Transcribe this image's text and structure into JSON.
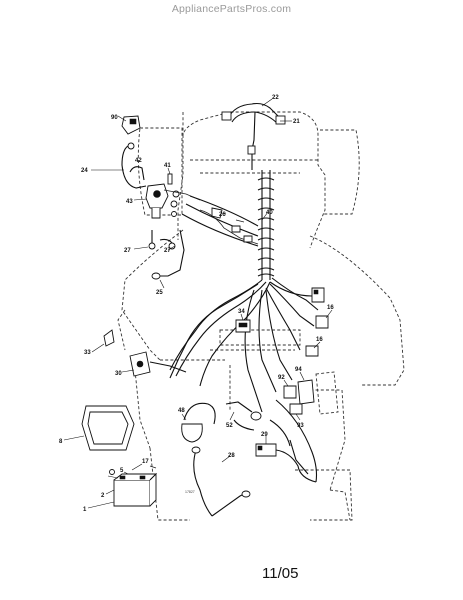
{
  "watermark": "AppliancePartsPros.com",
  "date_code": "11/05",
  "part_number_stamp": "17827",
  "callouts": [
    {
      "id": "c22",
      "label": "22"
    },
    {
      "id": "c21",
      "label": "21"
    },
    {
      "id": "c90",
      "label": "90"
    },
    {
      "id": "c24",
      "label": "24"
    },
    {
      "id": "c42",
      "label": "42"
    },
    {
      "id": "c41",
      "label": "41"
    },
    {
      "id": "c43",
      "label": "43"
    },
    {
      "id": "c27a",
      "label": "27"
    },
    {
      "id": "c26",
      "label": "26"
    },
    {
      "id": "c40",
      "label": "40"
    },
    {
      "id": "c27b",
      "label": "27"
    },
    {
      "id": "c25",
      "label": "25"
    },
    {
      "id": "c34",
      "label": "34"
    },
    {
      "id": "c16a",
      "label": "16"
    },
    {
      "id": "c16b",
      "label": "16"
    },
    {
      "id": "c33",
      "label": "33"
    },
    {
      "id": "c30",
      "label": "30"
    },
    {
      "id": "c92",
      "label": "92"
    },
    {
      "id": "c94",
      "label": "94"
    },
    {
      "id": "c93",
      "label": "93"
    },
    {
      "id": "c48",
      "label": "48"
    },
    {
      "id": "c52",
      "label": "52"
    },
    {
      "id": "c29",
      "label": "29"
    },
    {
      "id": "c28",
      "label": "28"
    },
    {
      "id": "c8",
      "label": "8"
    },
    {
      "id": "c17",
      "label": "17"
    },
    {
      "id": "c5",
      "label": "5"
    },
    {
      "id": "c2",
      "label": "2"
    },
    {
      "id": "c1",
      "label": "1"
    }
  ]
}
